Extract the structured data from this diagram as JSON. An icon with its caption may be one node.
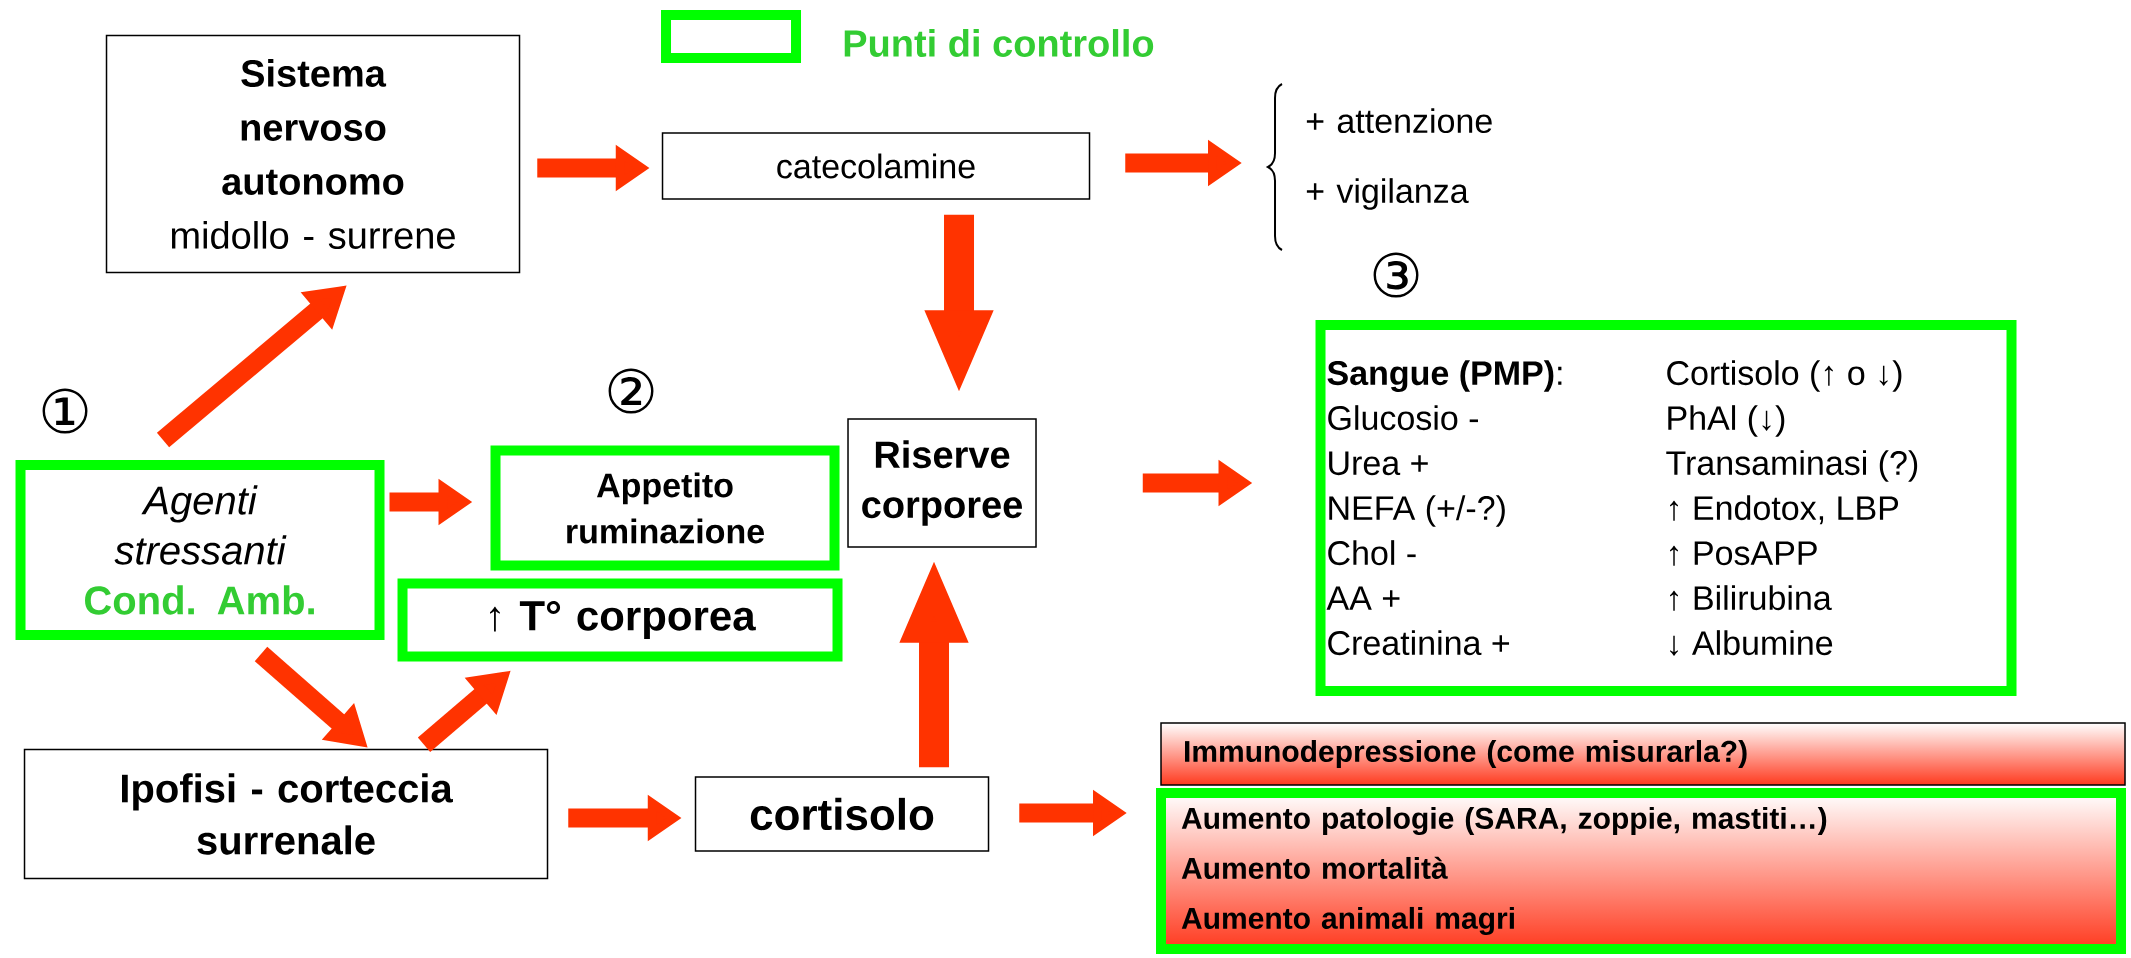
{
  "diagram": {
    "nodes": [
      {
        "text": [
          "Sistema nervoso autonomo",
          "midollo - surrene"
        ]
      },
      {
        "text": [
          "catecolamine"
        ]
      },
      {
        "text": [
          "+ attenzione",
          "+ vigilanza"
        ]
      },
      {
        "text": [
          "Agenti stressanti",
          "Cond. Amb."
        ]
      },
      {
        "text": [
          "Appetito ruminazione"
        ]
      },
      {
        "text": [
          "↑ T° corporea"
        ]
      },
      {
        "text": [
          "Riserve corporee"
        ]
      },
      {
        "text": [
          "Ipofisi - corteccia surrenale"
        ]
      },
      {
        "text": [
          "cortisolo"
        ]
      },
      {
        "text": [
          "**Sangue (PMP)**:",
          "Cortisolo (↑ o ↓)",
          "Glucosio -",
          "PhAl (↓)",
          "Urea +",
          "Transaminasi (?)",
          "NEFA (+/-?)",
          "↑ Endotox, LBP",
          "Chol -",
          "↑  PosAPP",
          "AA +",
          "↑  Bilirubina",
          "Creatinina +",
          "↓  Albumine"
        ]
      },
      {
        "text": [
          "Immunodepressione (come misurarla?)"
        ]
      },
      {
        "text": [
          "Aumento patologie (SARA, zoppie, mastiti…)",
          "Aumento mortalità",
          "Aumento animali magri"
        ]
      }
    ],
    "edges": [
      {
        "from": 0,
        "to": 1,
        "arrow": "to"
      },
      {
        "from": 1,
        "to": 2,
        "arrow": "to"
      },
      {
        "from": 1,
        "to": 6,
        "arrow": "to"
      },
      {
        "from": 3,
        "to": 0,
        "arrow": "to"
      },
      {
        "from": 3,
        "to": 4,
        "arrow": "to"
      },
      {
        "from": 3,
        "to": 7,
        "arrow": "to"
      },
      {
        "from": 7,
        "to": 5,
        "arrow": "to"
      },
      {
        "from": 7,
        "to": 8,
        "arrow": "to"
      },
      {
        "from": 8,
        "to": 6,
        "arrow": "to"
      },
      {
        "from": 8,
        "to": 11,
        "arrow": "to"
      },
      {
        "from": 6,
        "to": 9,
        "arrow": "to"
      }
    ],
    "labels": [
      "①",
      "②",
      "③"
    ],
    "legend": [
      {
        "text": "Punti di controllo"
      }
    ]
  }
}
